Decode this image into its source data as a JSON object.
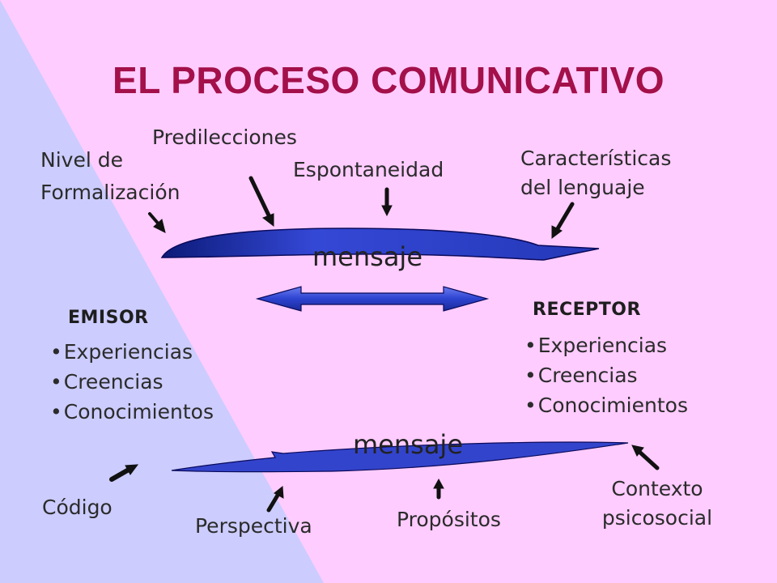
{
  "title": "EL PROCESO COMUNICATIVO",
  "top_labels": {
    "nivel_line1": "Nivel de",
    "nivel_line2": "Formalización",
    "predilecciones": "Predilecciones",
    "espontaneidad": "Espontaneidad",
    "caracteristicas_line1": "Características",
    "caracteristicas_line2": "del lenguaje"
  },
  "message_top": "mensaje",
  "message_bottom": "mensaje",
  "emisor": {
    "heading": "EMISOR",
    "items": [
      "Experiencias",
      "Creencias",
      "Conocimientos"
    ]
  },
  "receptor": {
    "heading": "RECEPTOR",
    "items": [
      "Experiencias",
      "Creencias",
      "Conocimientos"
    ]
  },
  "bottom_labels": {
    "codigo": "Código",
    "perspectiva": "Perspectiva",
    "propositos": "Propósitos",
    "contexto_line1": "Contexto",
    "contexto_line2": "psicosocial"
  },
  "colors": {
    "background_pink": "#ffccff",
    "background_blue": "#ccccff",
    "title": "#a3104a",
    "arrow_blue": "#2a3fc0",
    "arrow_dark": "#0a0a5a"
  }
}
